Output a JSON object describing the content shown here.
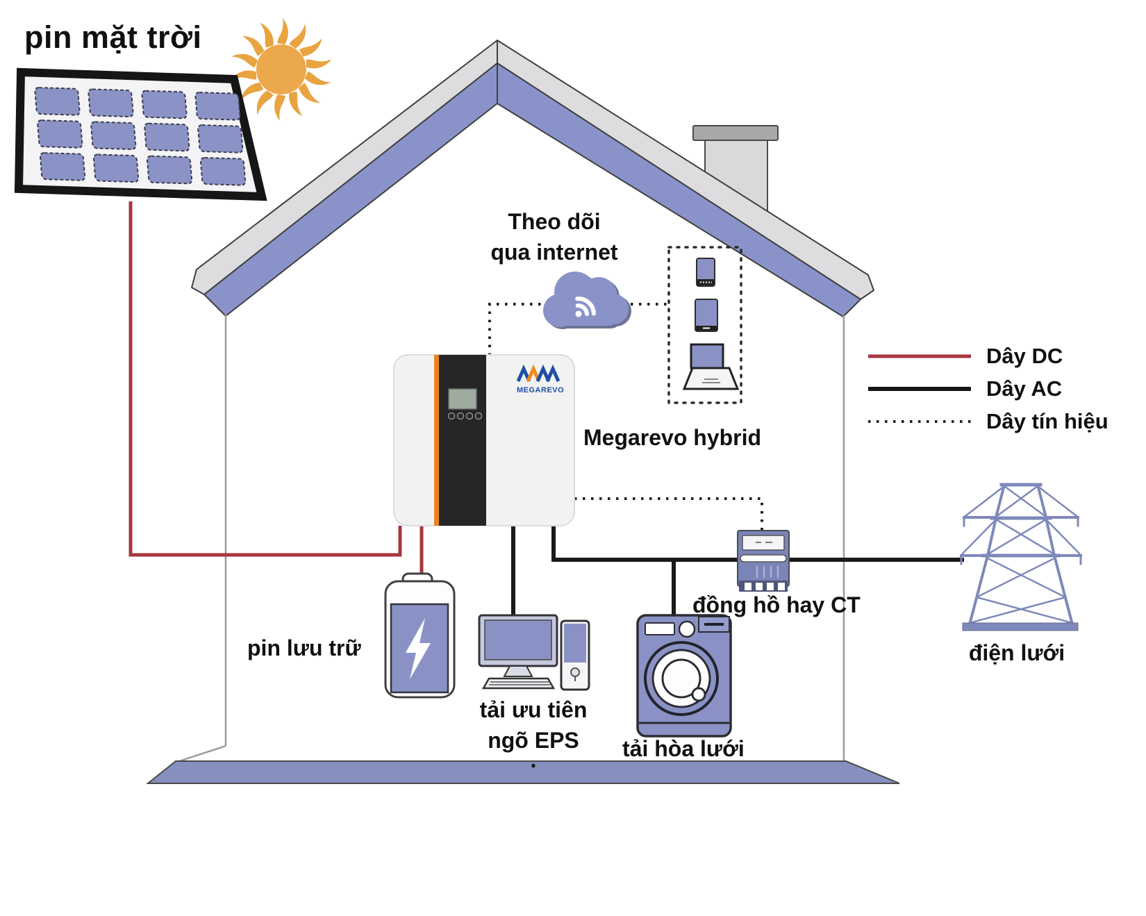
{
  "labels": {
    "solar_panel": "pin mặt trời",
    "monitoring_line1": "Theo dõi",
    "monitoring_line2": "qua internet",
    "inverter": "Megarevo hybrid",
    "battery": "pin lưu trữ",
    "eps_load_line1": "tải ưu tiên",
    "eps_load_line2": "ngõ EPS",
    "eps_load_dot": ".",
    "grid_load": "tải hòa lưới",
    "meter": "đồng hồ hay CT",
    "grid": "điện lưới"
  },
  "inverter": {
    "brand": "MEGAREVO"
  },
  "legend": {
    "items": [
      {
        "label": "Dây DC",
        "line_style": "solid",
        "color": "#a8363f"
      },
      {
        "label": "Dây AC",
        "line_style": "solid",
        "color": "#1a1a1a"
      },
      {
        "label": "Dây tín hiệu",
        "line_style": "dotted",
        "color": "#222222"
      }
    ]
  },
  "colors": {
    "accent_blue": "#8a92c5",
    "roof_blue": "#8a93c9",
    "dc_wire": "#a8363f",
    "ac_wire": "#1a1a1a",
    "signal_wire": "#222222",
    "sun": "#e9a743",
    "brand_blue": "#1d4fa3",
    "brand_orange": "#ef8a1e"
  }
}
